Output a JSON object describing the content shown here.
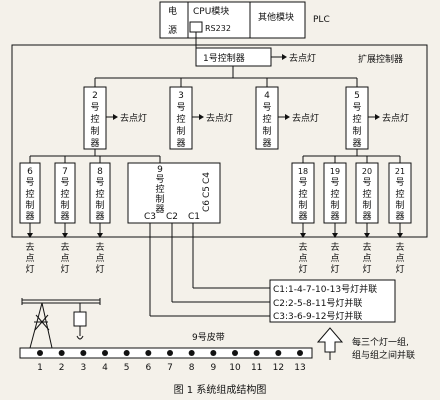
{
  "plc": {
    "power_chars": [
      "电",
      "源"
    ],
    "cpu_module": "CPU模块",
    "rs232": "RS232",
    "other_module": "其他模块",
    "plc_label": "PLC"
  },
  "expansion_label": "扩展控制器",
  "controller1": {
    "label": "1号控制器",
    "output": "去点灯"
  },
  "controllers_row2": [
    {
      "chars": [
        "2",
        "号",
        "控",
        "制",
        "器"
      ],
      "output": "去点灯"
    },
    {
      "chars": [
        "3",
        "号",
        "控",
        "制",
        "器"
      ],
      "output": "去点灯"
    },
    {
      "chars": [
        "4",
        "号",
        "控",
        "制",
        "器"
      ],
      "output": "去点灯"
    },
    {
      "chars": [
        "5",
        "号",
        "控",
        "制",
        "器"
      ],
      "output": "去点灯"
    }
  ],
  "controllers_row3_left": [
    {
      "chars": [
        "6",
        "号",
        "控",
        "制",
        "器"
      ],
      "output": [
        "去",
        "点",
        "灯"
      ]
    },
    {
      "chars": [
        "7",
        "号",
        "控",
        "制",
        "器"
      ],
      "output": [
        "去",
        "点",
        "灯"
      ]
    },
    {
      "chars": [
        "8",
        "号",
        "控",
        "制",
        "器"
      ],
      "output": [
        "去",
        "点",
        "灯"
      ]
    }
  ],
  "controller9": {
    "chars": [
      "9",
      "号",
      "控",
      "制",
      "器"
    ],
    "vertical_ports": [
      "C4",
      "C5",
      "C6"
    ],
    "ports": [
      "C3",
      "C2",
      "C1"
    ]
  },
  "controllers_row3_right": [
    {
      "chars": [
        "18",
        "号",
        "控",
        "制",
        "器"
      ],
      "output": [
        "去",
        "点",
        "灯"
      ]
    },
    {
      "chars": [
        "19",
        "号",
        "控",
        "制",
        "器"
      ],
      "output": [
        "去",
        "点",
        "灯"
      ]
    },
    {
      "chars": [
        "20",
        "号",
        "控",
        "制",
        "器"
      ],
      "output": [
        "去",
        "点",
        "灯"
      ]
    },
    {
      "chars": [
        "21",
        "号",
        "控",
        "制",
        "器"
      ],
      "output": [
        "去",
        "点",
        "灯"
      ]
    }
  ],
  "legend_box": [
    "C1:1-4-7-10-13号灯并联",
    "C2:2-5-8-11号灯并联",
    "C3:3-6-9-12号灯并联"
  ],
  "belt_label": "9号皮带",
  "lamp_numbers": [
    "1",
    "2",
    "3",
    "4",
    "5",
    "6",
    "7",
    "8",
    "9",
    "10",
    "11",
    "12",
    "13"
  ],
  "note": [
    "每三个灯一组,",
    "组与组之间并联"
  ],
  "caption": "图 1    系统组成结构图"
}
